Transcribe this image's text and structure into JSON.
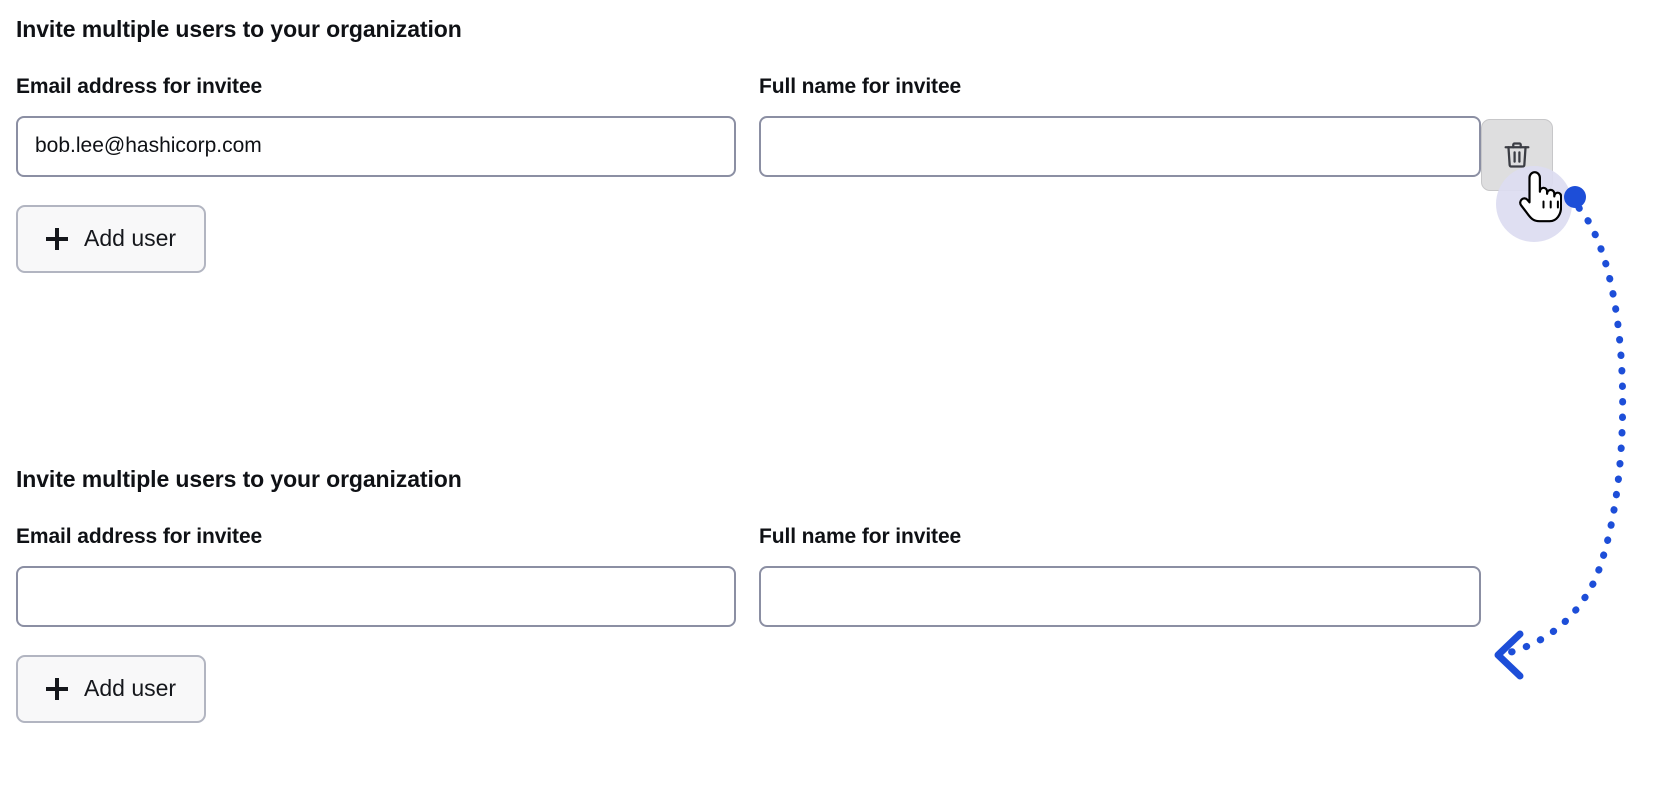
{
  "app": {
    "background_color": "#ffffff",
    "accent_color": "#1d4ed8",
    "border_color": "#8b8fa3"
  },
  "sections": [
    {
      "title": "Invite multiple users to your organization",
      "email_field": {
        "label": "Email address for invitee",
        "value": "bob.lee@hashicorp.com",
        "placeholder": ""
      },
      "fullname_field": {
        "label": "Full name for invitee",
        "value": "",
        "placeholder": ""
      },
      "delete_button": {
        "icon": "trash-icon",
        "visible": true,
        "state": "hovered"
      },
      "add_user_button": {
        "icon": "plus-icon",
        "label": "Add user"
      }
    },
    {
      "title": "Invite multiple users to your organization",
      "email_field": {
        "label": "Email address for invitee",
        "value": "",
        "placeholder": ""
      },
      "fullname_field": {
        "label": "Full name for invitee",
        "value": "",
        "placeholder": ""
      },
      "delete_button": {
        "icon": "trash-icon",
        "visible": false,
        "state": ""
      },
      "add_user_button": {
        "icon": "plus-icon",
        "label": "Add user"
      }
    }
  ],
  "annotation": {
    "cursor": {
      "icon": "pointer-hand-cursor",
      "halo_color": "#dcdcf1"
    },
    "action_arrow": {
      "icon": "curved-dotted-arrow",
      "color": "#1d4ed8",
      "start_marker": "filled-dot",
      "end_marker": "arrowhead-left"
    }
  }
}
